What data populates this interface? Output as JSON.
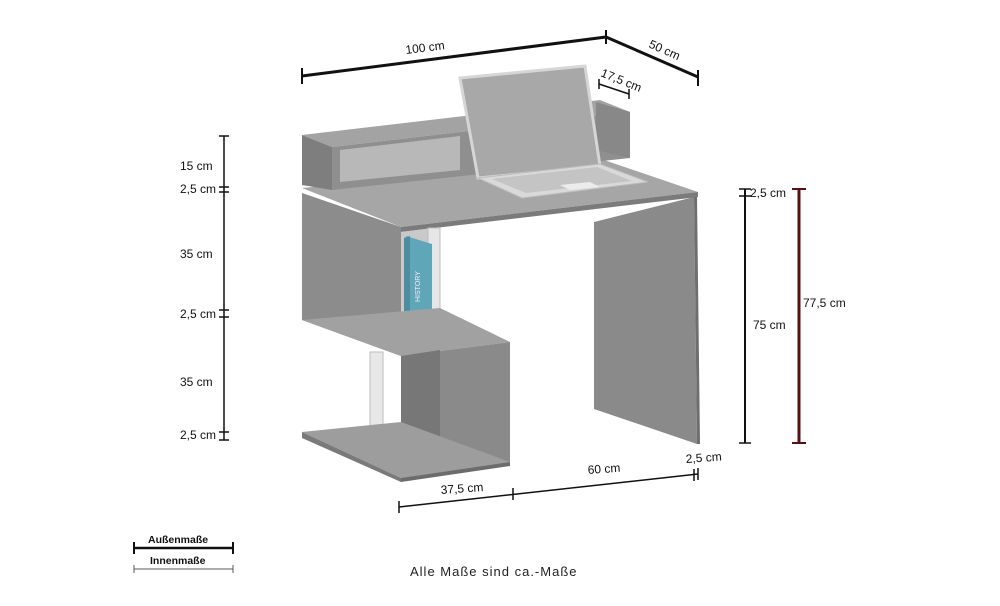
{
  "dimensions": {
    "width": "100 cm",
    "depth": "50 cm",
    "monitor_shelf_depth": "17,5 cm",
    "left_h1": "15 cm",
    "left_h2": "2,5 cm",
    "left_h3": "35 cm",
    "left_h4": "2,5 cm",
    "left_h5": "35 cm",
    "left_h6": "2,5 cm",
    "right_top": "2,5 cm",
    "right_leg": "75 cm",
    "right_total": "77,5 cm",
    "bottom_left": "37,5 cm",
    "bottom_mid": "60 cm",
    "bottom_right": "2,5 cm"
  },
  "legend": {
    "outer": "Außenmaße",
    "inner": "Innenmaße"
  },
  "note": "Alle Maße sind ca.-Maße",
  "book_spine": "HISTORY",
  "colors": {
    "desk_top": "#a9a9a9",
    "desk_front": "#8f8f8f",
    "desk_side": "#7d7d7d",
    "outer_line": "#111111",
    "inner_line": "#5a5a5a",
    "dim_line_total": "#5b0f12"
  }
}
